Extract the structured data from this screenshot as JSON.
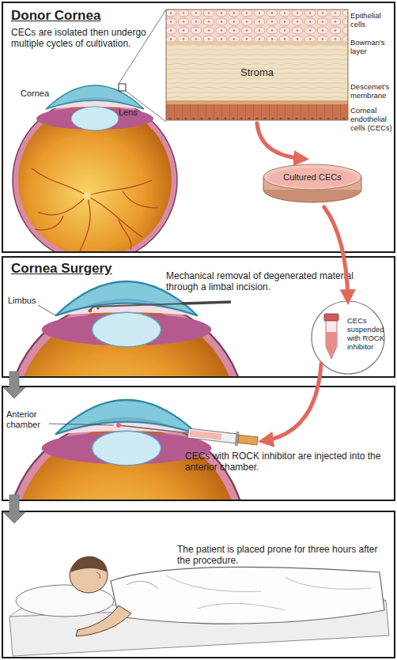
{
  "diagram": {
    "nodes": [
      {
        "text": [
          "Donor Cornea",
          "CECs are isolated then undergo multiple cycles of cultivation."
        ]
      },
      {
        "text": [
          "Stroma"
        ],
        "in": 0
      },
      {
        "text": [
          "Cultured CECs"
        ],
        "in": 0
      },
      {
        "text": [
          "Cornea Surgery",
          "Mechanical removal of degenerated material through a limbal incision."
        ]
      },
      {
        "text": [
          "CECs suspended with ROCK inhibitor"
        ],
        "in": 3
      },
      {
        "text": [
          "CECs with ROCK inhibitor are injected into the anterior chamber."
        ]
      },
      {
        "text": [
          "The patient is placed prone for three hours after the procedure."
        ]
      }
    ],
    "edges": [
      {
        "from": 1,
        "to": 2,
        "arrow": "to"
      },
      {
        "from": 2,
        "to": 4,
        "arrow": "to"
      },
      {
        "from": 4,
        "to": 5,
        "arrow": "to"
      },
      {
        "from": 3,
        "to": 5,
        "arrow": "to"
      },
      {
        "from": 5,
        "to": 6,
        "arrow": "to"
      }
    ],
    "labels": [
      "Epithelial cells",
      "Bowman's layer",
      "Descemet's membrane",
      "Corneal endothelial cells (CECs)",
      "Cornea",
      "Lens",
      "Limbus",
      "Anterior chamber"
    ]
  }
}
